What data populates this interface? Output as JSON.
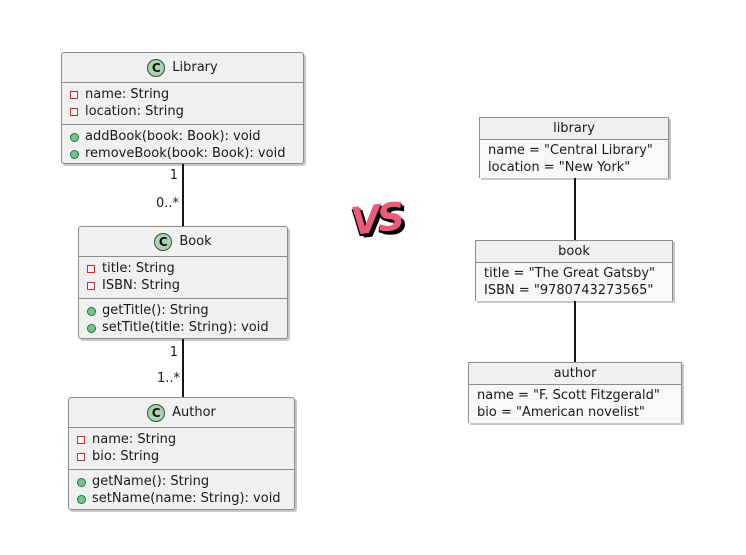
{
  "vs_label": {
    "text": "VS",
    "color": "#EC5B77",
    "shadow_color": "#000000"
  },
  "class_diagram": {
    "icon_letter": "C",
    "icon_fill": "#ADD1B2",
    "field_icon_color": "#C82930",
    "method_icon_color": "#84BE84",
    "classes": [
      {
        "name": "Library",
        "attributes": [
          "name: String",
          "location: String"
        ],
        "methods": [
          "addBook(book: Book): void",
          "removeBook(book: Book): void"
        ]
      },
      {
        "name": "Book",
        "attributes": [
          "title: String",
          "ISBN: String"
        ],
        "methods": [
          "getTitle(): String",
          "setTitle(title: String): void"
        ]
      },
      {
        "name": "Author",
        "attributes": [
          "name: String",
          "bio: String"
        ],
        "methods": [
          "getName(): String",
          "setName(name: String): void"
        ]
      }
    ],
    "relations": [
      {
        "from": "Library",
        "to": "Book",
        "from_multiplicity": "1",
        "to_multiplicity": "0..*"
      },
      {
        "from": "Book",
        "to": "Author",
        "from_multiplicity": "1",
        "to_multiplicity": "1..*"
      }
    ]
  },
  "object_diagram": {
    "objects": [
      {
        "name": "library",
        "slots": [
          "name = \"Central Library\"",
          "location = \"New York\""
        ]
      },
      {
        "name": "book",
        "slots": [
          "title = \"The Great Gatsby\"",
          "ISBN = \"9780743273565\""
        ]
      },
      {
        "name": "author",
        "slots": [
          "name = \"F. Scott Fitzgerald\"",
          "bio = \"American novelist\""
        ]
      }
    ]
  },
  "style": {
    "box_fill": "#F0F0F0",
    "object_body_fill": "#F8F8F8",
    "border_color": "#8C8C8C",
    "edge_color": "#161616",
    "text_color": "#1A1A1A",
    "background": "#FFFFFF"
  }
}
